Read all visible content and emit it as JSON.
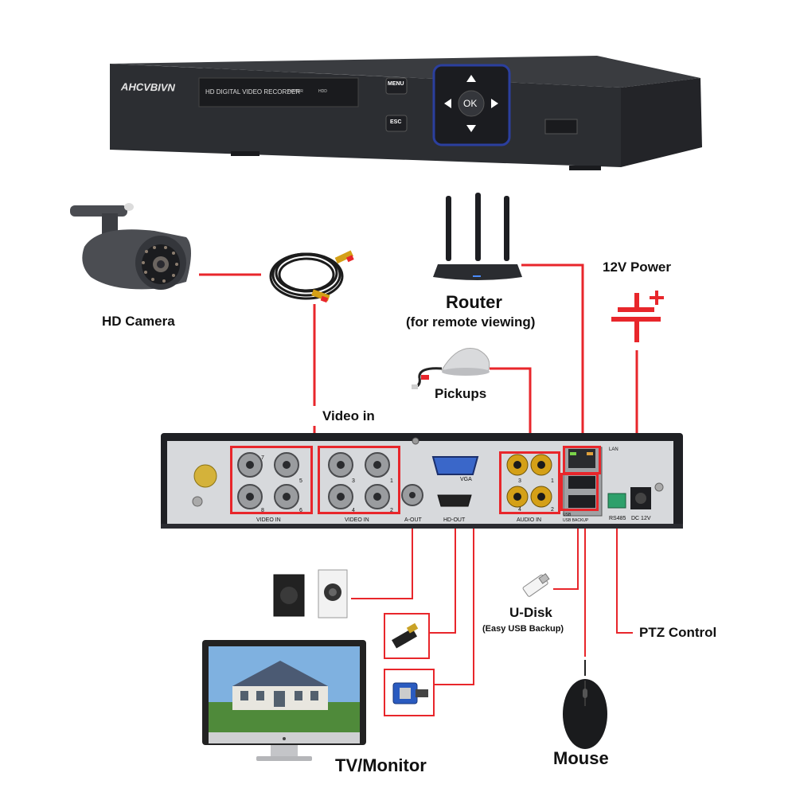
{
  "dvr": {
    "brand": "AHCVBIVN",
    "model_text": "HD DIGITAL VIDEO RECORDER",
    "power_text": "POWER",
    "hdd_text": "HDD",
    "menu_label": "MENU",
    "esc_label": "ESC",
    "ok_label": "OK"
  },
  "labels": {
    "hd_camera": "HD Camera",
    "router": "Router",
    "router_sub": "(for remote viewing)",
    "power_12v": "12V Power",
    "pickups": "Pickups",
    "video_in": "Video in",
    "u_disk": "U-Disk",
    "u_disk_sub": "(Easy USB Backup)",
    "ptz_control": "PTZ Control",
    "tv_monitor": "TV/Monitor",
    "mouse": "Mouse"
  },
  "rear_panel": {
    "video_in_left": "VIDEO IN",
    "video_in_right": "VIDEO IN",
    "bnc_numbers_left": [
      "7",
      "5",
      "8",
      "6"
    ],
    "bnc_numbers_right": [
      "3",
      "1",
      "4",
      "2"
    ],
    "aout": "A-OUT",
    "vga": "VGA",
    "hdout": "HD-OUT",
    "audio_in": "AUDIO IN",
    "audio_numbers": [
      "3",
      "1",
      "4",
      "2"
    ],
    "lan": "LAN",
    "usb_text": "USB",
    "usb_backup_text": "USB BACKUP",
    "rs485": "RS485",
    "dc12v": "DC 12V"
  },
  "colors": {
    "connector_red": "#e8262b",
    "device_dark": "#2a2c30",
    "panel_light": "#d7d9dc"
  }
}
